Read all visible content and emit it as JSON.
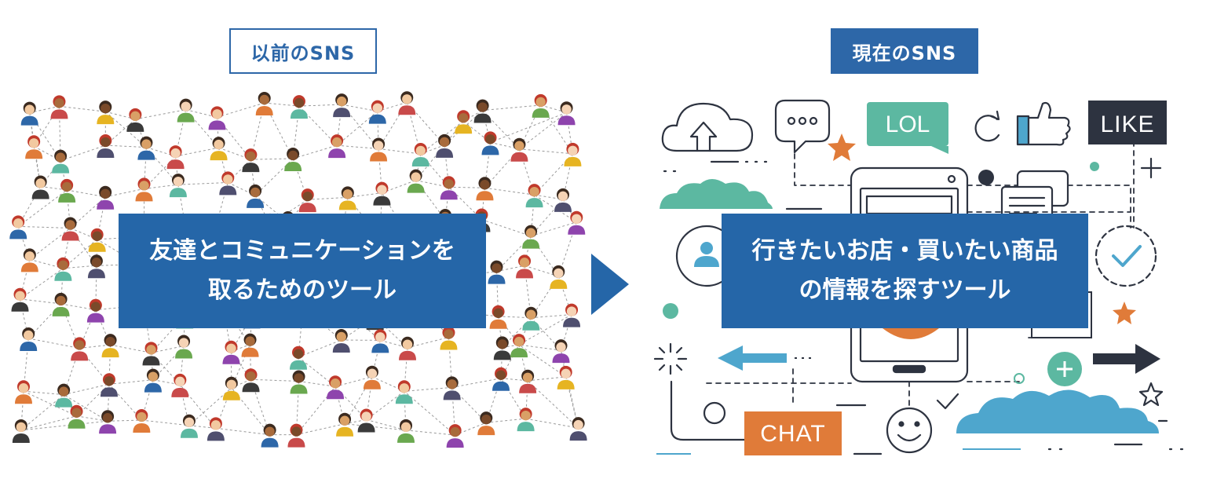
{
  "left": {
    "badge": "以前のSNS",
    "caption_line1": "友達とコミュニケーションを",
    "caption_line2": "取るためのツール"
  },
  "right": {
    "badge": "現在のSNS",
    "caption_line1": "行きたいお店・買いたい商品",
    "caption_line2": "の情報を探すツール",
    "lol": "LOL",
    "like": "LIKE",
    "chat": "CHAT"
  },
  "colors": {
    "brand_blue": "#2566a8",
    "teal": "#5cb8a1",
    "sky": "#4ea6cd",
    "orange": "#e07b39",
    "dark": "#2d3340"
  }
}
